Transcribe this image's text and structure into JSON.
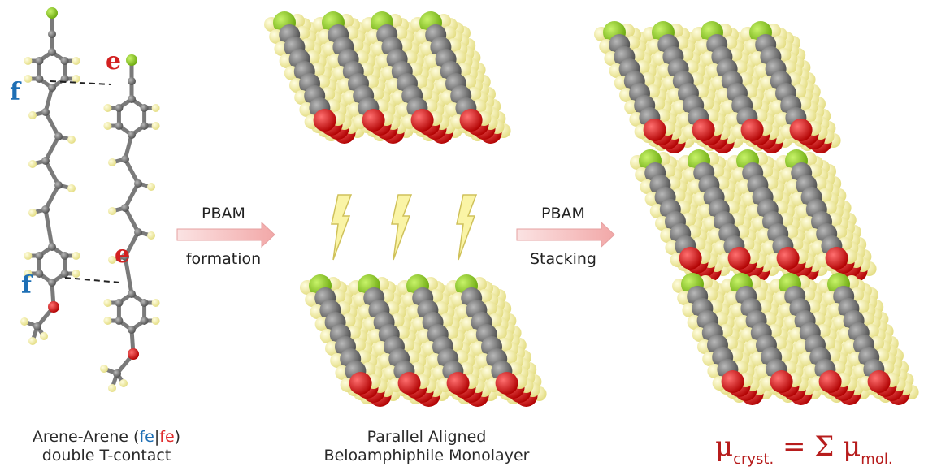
{
  "colors": {
    "carbon": "#6e6e6e",
    "hydrogen": "#f7f2a4",
    "fluorine": "#8fd21a",
    "oxygen": "#e01010",
    "f_label": "#1e6fb5",
    "e_label": "#d32020",
    "arrow_fill": "#f6c7c7",
    "equation": "#b71c1c"
  },
  "left": {
    "labels": {
      "f": "f",
      "e": "e"
    },
    "caption_line1_prefix": "Arene-Arene (",
    "caption_f": "fe",
    "caption_bar": "|",
    "caption_e": "fe",
    "caption_line1_suffix": ")",
    "caption_line2": "double T-contact"
  },
  "arrow1": {
    "top": "PBAM",
    "bottom": "formation"
  },
  "arrow2": {
    "top": "PBAM",
    "bottom": "Stacking"
  },
  "middle": {
    "caption_line1": "Parallel Aligned",
    "caption_line2": "Beloamphiphile Monolayer",
    "bolt_icon": "lightning-bolt-icon"
  },
  "equation": {
    "mu": "μ",
    "sub_left": "cryst.",
    "equals_sigma": " = Σ ",
    "sub_right": "mol."
  }
}
